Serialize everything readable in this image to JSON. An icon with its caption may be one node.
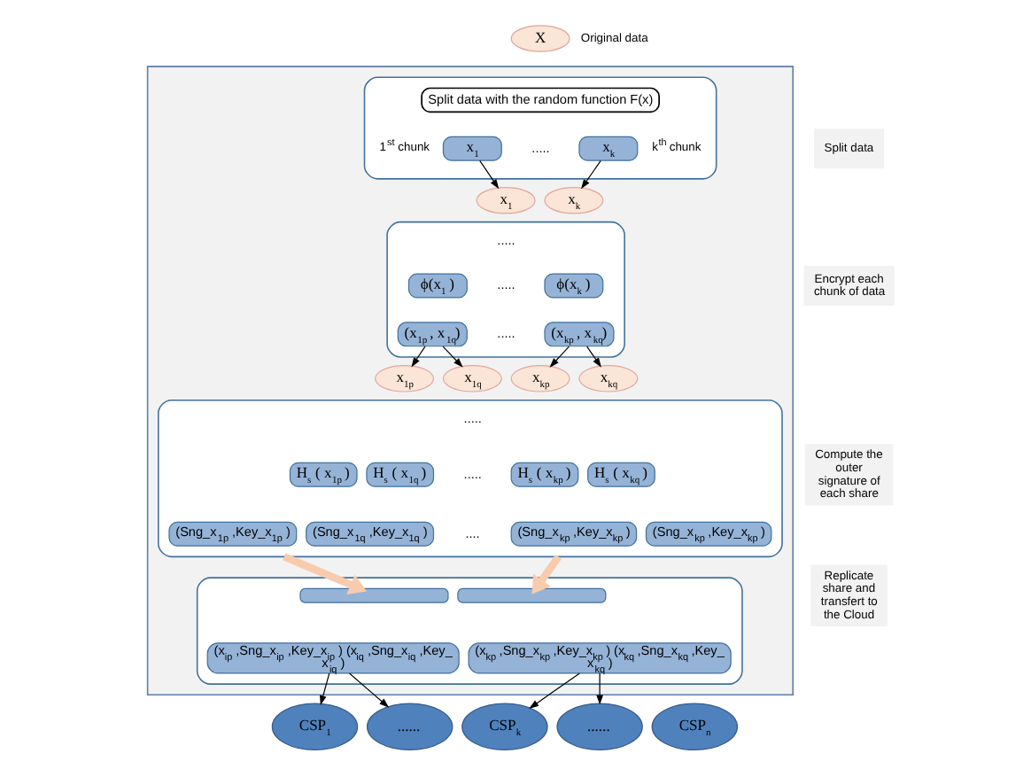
{
  "diagram": {
    "nodes": [
      {
        "text": [
          "X"
        ],
        "beside": [
          "Original data"
        ]
      },
      {
        "text": [],
        "shape": "box"
      },
      {
        "text": [],
        "shape": "box",
        "in": 1
      },
      {
        "text": [
          "Split data with the random function F(x)"
        ],
        "in": 2
      },
      {
        "text": [
          "x$_{1}$"
        ],
        "in": 2,
        "beside": [
          "1$^{st}$ chunk"
        ]
      },
      {
        "text": [
          "x$_{k}$"
        ],
        "in": 2,
        "beside": [
          "k$^{th}$ chunk"
        ]
      },
      {
        "text": [
          "x$_{1}$"
        ],
        "in": 1
      },
      {
        "text": [
          "x$_{k}$"
        ],
        "in": 1
      },
      {
        "text": [],
        "shape": "box",
        "in": 1
      },
      {
        "text": [
          "ϕ(x$_{1}$ )"
        ],
        "in": 8
      },
      {
        "text": [
          "(x$_{1p}$ , x$_{1q}$)"
        ],
        "in": 8
      },
      {
        "text": [
          "ϕ(x$_{k}$ )"
        ],
        "in": 8
      },
      {
        "text": [
          "(x$_{kp}$ , x$_{kq}$)"
        ],
        "in": 8
      },
      {
        "text": [
          "x$_{1p}$"
        ],
        "in": 1
      },
      {
        "text": [
          "x$_{1q}$"
        ],
        "in": 1
      },
      {
        "text": [
          "x$_{kp}$"
        ],
        "in": 1
      },
      {
        "text": [
          "x$_{kq}$"
        ],
        "in": 1
      },
      {
        "text": [],
        "shape": "box",
        "in": 1
      },
      {
        "text": [
          "H$_{s}$ ( x$_{1p}$ )"
        ],
        "in": 17
      },
      {
        "text": [
          "H$_{s}$ ( x$_{1q}$ )"
        ],
        "in": 17
      },
      {
        "text": [
          "H$_{s}$ ( x$_{kp}$ )"
        ],
        "in": 17
      },
      {
        "text": [
          "H$_{s}$ ( x$_{kq}$ )"
        ],
        "in": 17
      },
      {
        "text": [
          "(Sng_x$_{1p}$ ,Key_x$_{1p}$ )"
        ],
        "in": 17
      },
      {
        "text": [
          "(Sng_x$_{1q}$ ,Key_x$_{1q}$ )"
        ],
        "in": 17
      },
      {
        "text": [
          "(Sng_x$_{kp}$ ,Key_x$_{kp}$ )"
        ],
        "in": 17
      },
      {
        "text": [
          "(Sng_x$_{kp}$ ,Key_x$_{kp}$ )"
        ],
        "in": 17
      },
      {
        "text": [],
        "shape": "box",
        "in": 1
      },
      {
        "text": [],
        "shape": "box",
        "in": 26
      },
      {
        "text": [
          "(x$_{ip}$ ,Sng_x$_{ip}$ ,Key_x$_{ip}$ ) (x$_{iq}$ ,Sng_x$_{iq}$ ,Key_ x$_{iq}$ )"
        ],
        "in": 26
      },
      {
        "text": [],
        "shape": "box",
        "in": 26
      },
      {
        "text": [
          "(x$_{kp}$ ,Sng_x$_{kp}$ ,Key_x$_{kp}$ ) (x$_{kq}$ ,Sng_x$_{kq}$ ,Key_ x$_{kq}$ )"
        ],
        "in": 26
      },
      {
        "text": [
          "CSP$_{1}$"
        ]
      },
      {
        "text": [
          "......"
        ]
      },
      {
        "text": [
          "CSP$_{k}$"
        ]
      },
      {
        "text": [
          "......"
        ]
      },
      {
        "text": [
          "CSP$_{n}$"
        ]
      },
      {
        "text": [
          "Split data"
        ]
      },
      {
        "text": [
          "Encrypt each chunk of data"
        ]
      },
      {
        "text": [
          "Compute the outer signature of each share"
        ]
      },
      {
        "text": [
          "Replicate share and transfert to the Cloud"
        ]
      }
    ],
    "edges": [
      {
        "from": 4,
        "to": 6,
        "arrow": "to"
      },
      {
        "from": 5,
        "to": 7,
        "arrow": "to"
      },
      {
        "from": 10,
        "to": 13,
        "arrow": "to"
      },
      {
        "from": 10,
        "to": 14,
        "arrow": "to"
      },
      {
        "from": 12,
        "to": 15,
        "arrow": "to"
      },
      {
        "from": 12,
        "to": 16,
        "arrow": "to"
      },
      {
        "from": 17,
        "to": 27,
        "arrow": "to",
        "style": "thick",
        "color": "#f8cbad"
      },
      {
        "from": 17,
        "to": 29,
        "arrow": "to",
        "style": "thick",
        "color": "#f8cbad"
      },
      {
        "from": 28,
        "to": 31,
        "arrow": "to"
      },
      {
        "from": 28,
        "to": 32,
        "arrow": "to"
      },
      {
        "from": 30,
        "to": 33,
        "arrow": "to"
      },
      {
        "from": 30,
        "to": 34,
        "arrow": "to"
      }
    ],
    "labels": [
      ".....",
      ".....",
      ".....",
      ".....",
      ".....",
      ".....",
      "...."
    ]
  }
}
